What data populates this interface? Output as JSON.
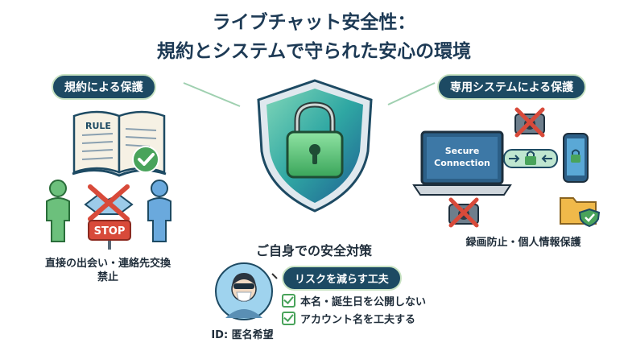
{
  "title": {
    "line1": "ライブチャット安全性：",
    "line2": "規約とシステムで守られた安心の環境"
  },
  "left": {
    "pill": "規約による保護",
    "book_text": "RULE",
    "stop_text": "STOP",
    "caption_line1": "直接の出会い・連絡先交換",
    "caption_line2": "禁止"
  },
  "right": {
    "pill": "専用システムによる保護",
    "screen_text_line1": "Secure",
    "screen_text_line2": "Connection",
    "caption": "録画防止・個人情報保護"
  },
  "bottom": {
    "heading": "ご自身での安全対策",
    "pill": "リスクを減らす工夫",
    "checks": [
      "本名・誕生日を公開しない",
      "アカウント名を工夫する"
    ],
    "id_label": "ID: 匿名希望"
  },
  "colors": {
    "navy": "#1d4a63",
    "green": "#49a35b",
    "teal": "#2f8fa0",
    "red": "#d84a3a"
  }
}
